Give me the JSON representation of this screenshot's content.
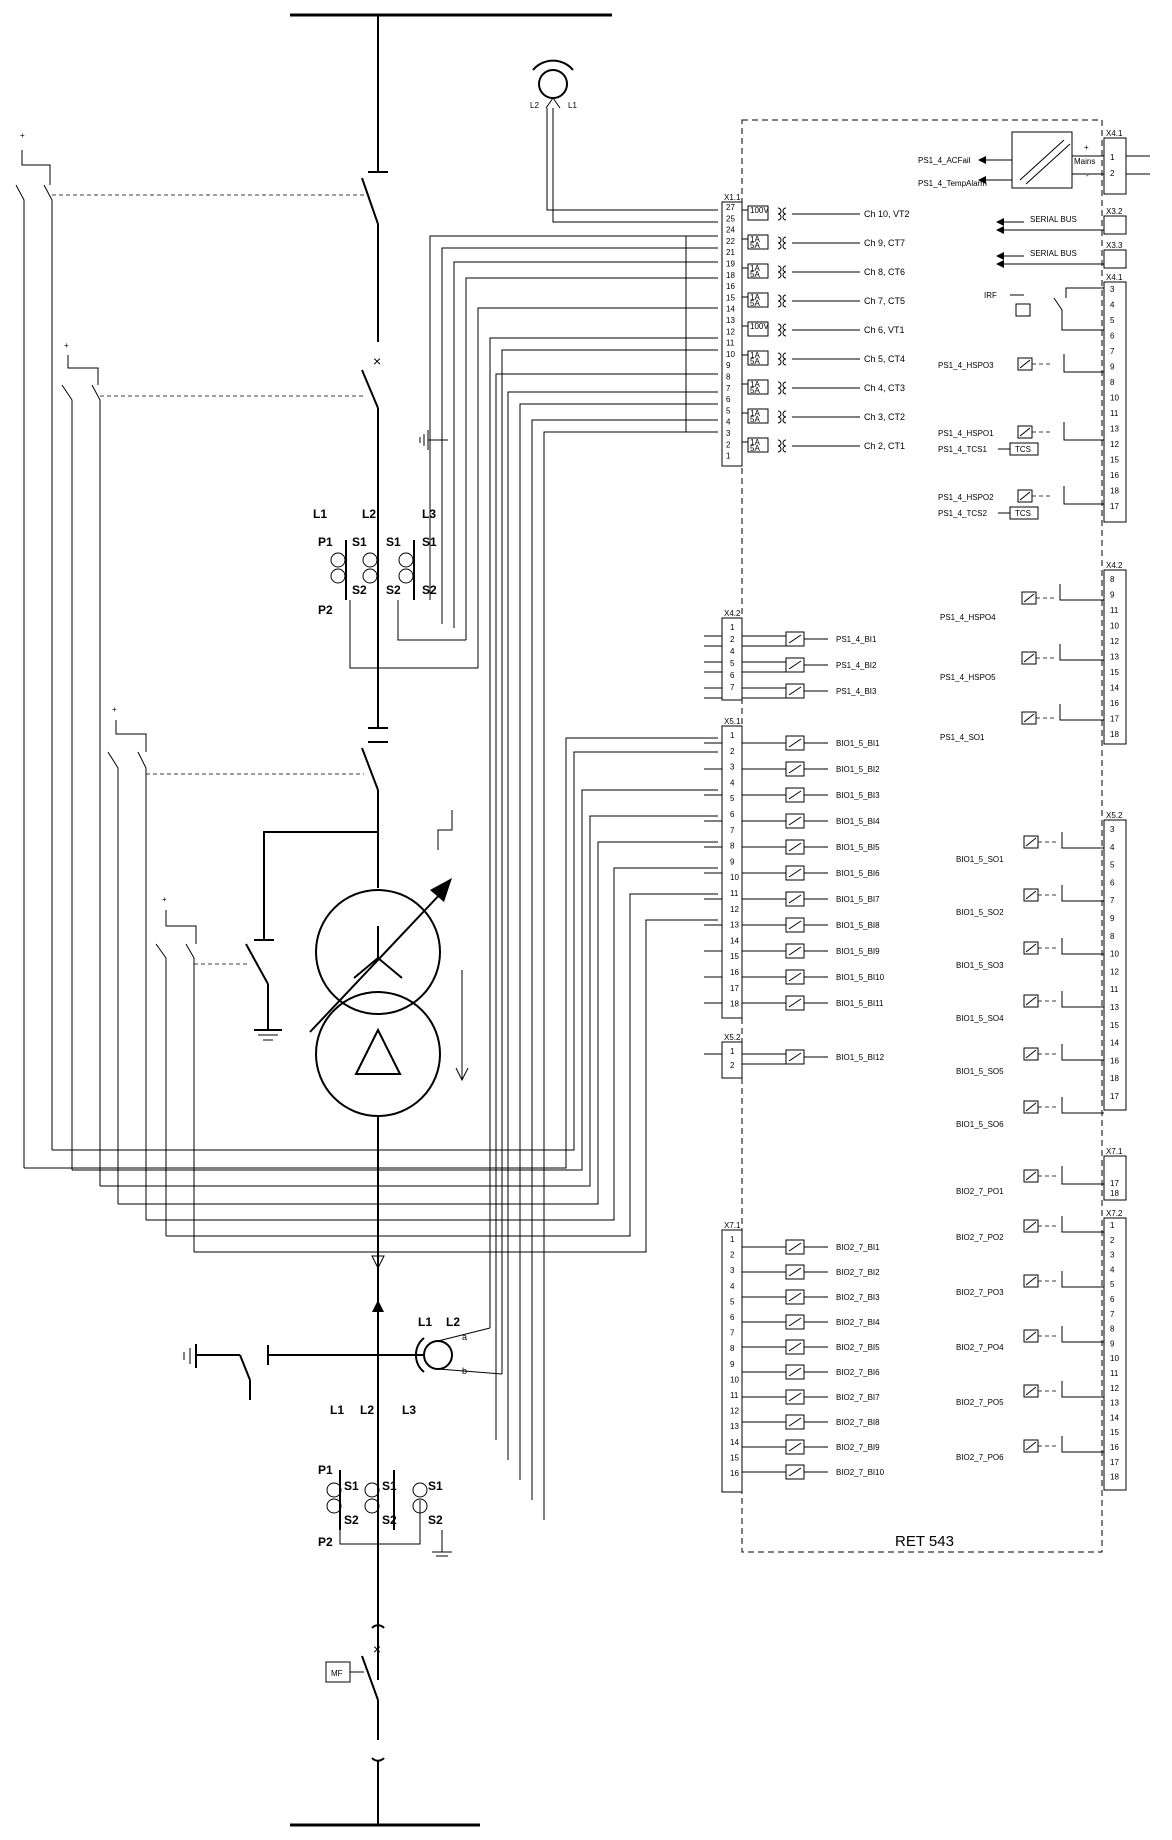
{
  "device": {
    "name": "RET 543"
  },
  "phase_labels": {
    "l1": "L1",
    "l2": "L2",
    "l3": "L3",
    "p1": "P1",
    "p2": "P2",
    "s1": "S1",
    "s2": "S2",
    "a": "a",
    "b": "b",
    "mf": "MF"
  },
  "power_supply": {
    "connector": "X4.1",
    "mains_label": "Mains",
    "outputs": [
      "PS1_4_ACFail",
      "PS1_4_TempAlarm"
    ],
    "pins": [
      "1",
      "2"
    ],
    "plus": "+",
    "minus": "-"
  },
  "serial_buses": [
    {
      "connector": "X3.2",
      "label": "SERIAL BUS"
    },
    {
      "connector": "X3.3",
      "label": "SERIAL BUS"
    }
  ],
  "analog_inputs": {
    "connector": "X1.1",
    "pins": [
      "27",
      "25",
      "24",
      "22",
      "21",
      "19",
      "18",
      "16",
      "15",
      "14",
      "13",
      "12",
      "11",
      "10",
      "9",
      "8",
      "7",
      "6",
      "5",
      "4",
      "3",
      "2",
      "1"
    ],
    "channels": [
      {
        "rating": "100V",
        "label": "Ch 10, VT2"
      },
      {
        "rating": "1A\n5A",
        "label": "Ch 9, CT7"
      },
      {
        "rating": "1A\n5A",
        "label": "Ch 8, CT6"
      },
      {
        "rating": "1A\n5A",
        "label": "Ch 7, CT5"
      },
      {
        "rating": "100V",
        "label": "Ch 6, VT1"
      },
      {
        "rating": "1A\n5A",
        "label": "Ch 5, CT4"
      },
      {
        "rating": "1A\n5A",
        "label": "Ch 4, CT3"
      },
      {
        "rating": "1A\n5A",
        "label": "Ch 3, CT2"
      },
      {
        "rating": "1A\n5A",
        "label": "Ch 2, CT1"
      }
    ]
  },
  "x41_outputs": {
    "connector": "X4.1",
    "irf": "IRF",
    "pins": [
      "3",
      "4",
      "5",
      "6",
      "7",
      "9",
      "8",
      "10",
      "11",
      "13",
      "12",
      "15",
      "16",
      "18",
      "17"
    ],
    "outputs": [
      "PS1_4_HSPO3",
      "PS1_4_HSPO1",
      "PS1_4_TCS1",
      "PS1_4_HSPO2",
      "PS1_4_TCS2"
    ],
    "tcs": "TCS"
  },
  "x42_outputs": {
    "connector": "X4.2",
    "pins": [
      "8",
      "9",
      "11",
      "10",
      "12",
      "13",
      "15",
      "14",
      "16",
      "17",
      "18"
    ],
    "outputs": [
      "PS1_4_HSPO4",
      "PS1_4_HSPO5",
      "PS1_4_SO1"
    ]
  },
  "x42_inputs": {
    "connector": "X4.2",
    "pins": [
      "1",
      "2",
      "4",
      "5",
      "6",
      "7"
    ],
    "inputs": [
      "PS1_4_BI1",
      "PS1_4_BI2",
      "PS1_4_BI3"
    ]
  },
  "x51_inputs": {
    "connector": "X5.1",
    "pins": [
      "1",
      "2",
      "3",
      "4",
      "5",
      "6",
      "7",
      "8",
      "9",
      "10",
      "11",
      "12",
      "13",
      "14",
      "15",
      "16",
      "17",
      "18"
    ],
    "inputs": [
      "BIO1_5_BI1",
      "BIO1_5_BI2",
      "BIO1_5_BI3",
      "BIO1_5_BI4",
      "BIO1_5_BI5",
      "BIO1_5_BI6",
      "BIO1_5_BI7",
      "BIO1_5_BI8",
      "BIO1_5_BI9",
      "BIO1_5_BI10",
      "BIO1_5_BI11"
    ]
  },
  "x52_inputs": {
    "connector": "X5.2",
    "pins": [
      "1",
      "2"
    ],
    "inputs": [
      "BIO1_5_BI12"
    ]
  },
  "x52_outputs": {
    "connector": "X5.2",
    "pins": [
      "3",
      "4",
      "5",
      "6",
      "7",
      "9",
      "8",
      "10",
      "12",
      "11",
      "13",
      "15",
      "14",
      "16",
      "18",
      "17"
    ],
    "outputs": [
      "BIO1_5_SO1",
      "BIO1_5_SO2",
      "BIO1_5_SO3",
      "BIO1_5_SO4",
      "BIO1_5_SO5",
      "BIO1_5_SO6"
    ]
  },
  "x71_inputs": {
    "connector": "X7.1",
    "pins": [
      "1",
      "2",
      "3",
      "4",
      "5",
      "6",
      "7",
      "8",
      "9",
      "10",
      "11",
      "12",
      "13",
      "14",
      "15",
      "16"
    ],
    "inputs": [
      "BIO2_7_BI1",
      "BIO2_7_BI2",
      "BIO2_7_BI3",
      "BIO2_7_BI4",
      "BIO2_7_BI5",
      "BIO2_7_BI6",
      "BIO2_7_BI7",
      "BIO2_7_BI8",
      "BIO2_7_BI9",
      "BIO2_7_BI10"
    ]
  },
  "x71_outputs": {
    "connector": "X7.1",
    "pins": [
      "17",
      "18"
    ],
    "outputs": [
      "BIO2_7_PO1"
    ]
  },
  "x72_outputs": {
    "connector": "X7.2",
    "pins": [
      "1",
      "2",
      "3",
      "4",
      "5",
      "6",
      "7",
      "8",
      "9",
      "10",
      "11",
      "12",
      "13",
      "14",
      "15",
      "16",
      "17",
      "18"
    ],
    "outputs": [
      "BIO2_7_PO2",
      "BIO2_7_PO3",
      "BIO2_7_PO4",
      "BIO2_7_PO5",
      "BIO2_7_PO6"
    ]
  }
}
